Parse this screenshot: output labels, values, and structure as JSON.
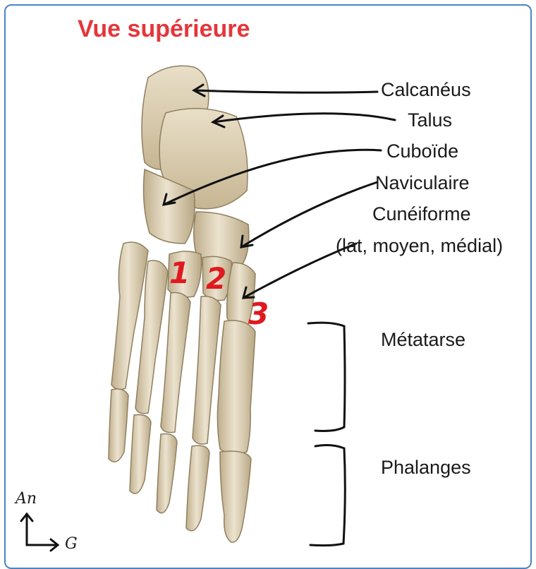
{
  "title": "Vue supérieure",
  "labels": {
    "calcaneus": "Calcanéus",
    "talus": "Talus",
    "cuboid": "Cuboïde",
    "navicular": "Naviculaire",
    "cuneiform": "Cunéiforme",
    "cuneiform_sub": "(lat, moyen, médial)",
    "metatarsus": "Métatarse",
    "phalanges": "Phalanges"
  },
  "numbers": {
    "n1": "1",
    "n2": "2",
    "n3": "3"
  },
  "orientation": {
    "up": "An",
    "right": "G"
  },
  "colors": {
    "title": "#e5363b",
    "numbers": "#e0191f",
    "bone": "#e2d6bd",
    "frame": "#4a86c5"
  }
}
